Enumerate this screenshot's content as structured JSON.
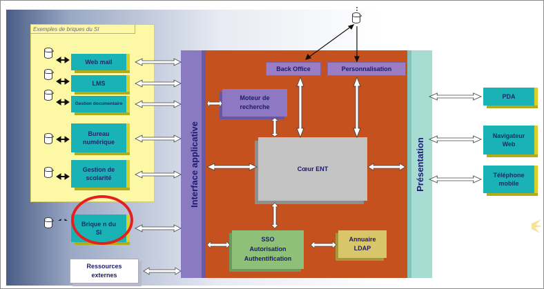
{
  "left_panel": {
    "title": "Exemples de briques du SI",
    "items": [
      {
        "label": "Web mail"
      },
      {
        "label": "LMS"
      },
      {
        "label": "Gestion documentaire"
      },
      {
        "label_line1": "Bureau",
        "label_line2": "numérique"
      },
      {
        "label_line1": "Gestion de",
        "label_line2": "scolarité"
      }
    ]
  },
  "brique": {
    "label_line1": "Brique n du",
    "label_line2": "SI"
  },
  "ressources": {
    "line1": "Ressources",
    "line2": "externes"
  },
  "interface_label": "Interface applicative",
  "presentation_label": "Présentation",
  "top_tabs": {
    "back_office": "Back Office",
    "personnalisation": "Personnalisation"
  },
  "moteur": {
    "line1": "Moteur de",
    "line2": "recherche"
  },
  "coeur": "Cœur ENT",
  "sso": {
    "line1": "SSO",
    "line2": "Autorisation",
    "line3": "Authentification"
  },
  "annuaire": {
    "line1": "Annuaire",
    "line2": "LDAP"
  },
  "right_items": {
    "pda": "PDA",
    "navigateur": {
      "line1": "Navigateur",
      "line2": "Web"
    },
    "telephone": {
      "line1": "Téléphone",
      "line2": "mobile"
    }
  },
  "colors": {
    "teal": "#19b3b5",
    "orange": "#c4511e",
    "purple": "#8a7ac0",
    "yellow_panel": "#fdf8a6",
    "highlight": "#e41f1f"
  }
}
